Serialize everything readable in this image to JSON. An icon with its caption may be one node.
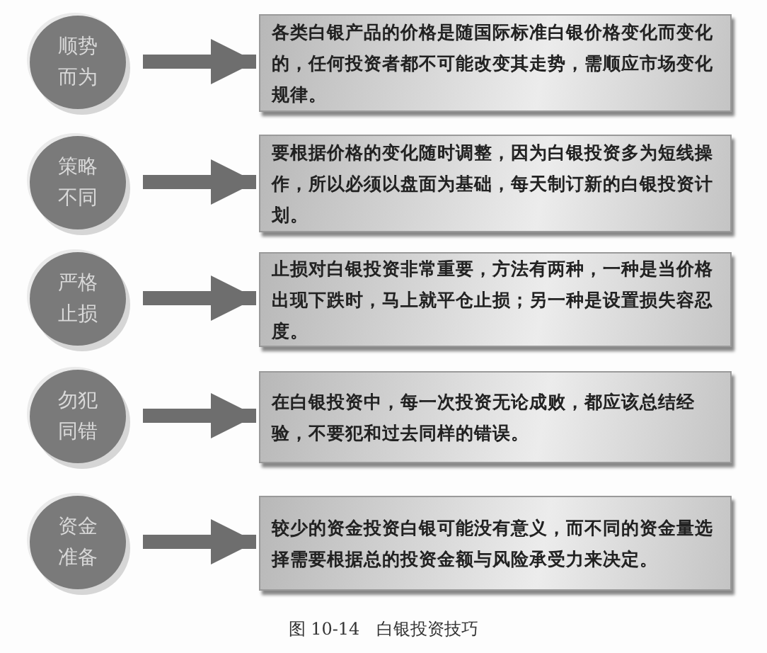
{
  "diagram": {
    "caption": "图 10-14　白银投资技巧",
    "nodes": [
      {
        "text": [
          "顺势而为"
        ]
      },
      {
        "text": [
          "各类白银产品的价格是随国际标准白银价格变化而变化的，任何投资者都不可能改变其走势，需顺应市场变化规律。"
        ]
      },
      {
        "text": [
          "策略不同"
        ]
      },
      {
        "text": [
          "要根据价格的变化随时调整，因为白银投资多为短线操作，所以必须以盘面为基础，每天制订新的白银投资计划。"
        ]
      },
      {
        "text": [
          "严格止损"
        ]
      },
      {
        "text": [
          "止损对白银投资非常重要，方法有两种，一种是当价格出现下跌时，马上就平仓止损；另一种是设置损失容忍度。"
        ]
      },
      {
        "text": [
          "勿犯同错"
        ]
      },
      {
        "text": [
          "在白银投资中，每一次投资无论成败，都应该总结经验，不要犯和过去同样的错误。"
        ]
      },
      {
        "text": [
          "资金准备"
        ]
      },
      {
        "text": [
          "较少的资金投资白银可能没有意义，而不同的资金量选择需要根据总的投资金额与风险承受力来决定。"
        ]
      }
    ],
    "edges": [
      {
        "from": 0,
        "to": 1,
        "arrow": "to"
      },
      {
        "from": 2,
        "to": 3,
        "arrow": "to"
      },
      {
        "from": 4,
        "to": 5,
        "arrow": "to"
      },
      {
        "from": 6,
        "to": 7,
        "arrow": "to"
      },
      {
        "from": 8,
        "to": 9,
        "arrow": "to"
      }
    ]
  }
}
